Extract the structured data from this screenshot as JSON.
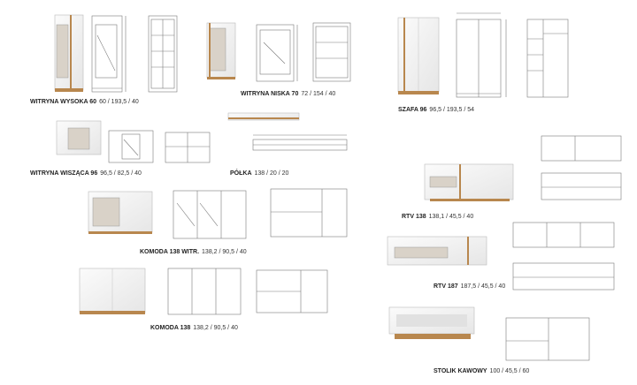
{
  "products": [
    {
      "id": "witryna-wysoka-60",
      "name": "WITRYNA WYSOKA 60",
      "dims": "60 / 193,5 / 40"
    },
    {
      "id": "witryna-niska-70",
      "name": "WITRYNA NISKA 70",
      "dims": "72 / 154 / 40"
    },
    {
      "id": "szafa-96",
      "name": "SZAFA 96",
      "dims": "96,5 / 193,5 / 54"
    },
    {
      "id": "witryna-wiszaca-96",
      "name": "WITRYNA WISZĄCA 96",
      "dims": "96,5 / 82,5 / 40"
    },
    {
      "id": "polka",
      "name": "PÓŁKA",
      "dims": "138 / 20 / 20"
    },
    {
      "id": "rtv-138",
      "name": "RTV 138",
      "dims": "138,1 / 45,5 / 40"
    },
    {
      "id": "komoda-138-witr",
      "name": "KOMODA 138 WITR.",
      "dims": "138,2 / 90,5 / 40"
    },
    {
      "id": "rtv-187",
      "name": "RTV 187",
      "dims": "187,5 / 45,5 / 40"
    },
    {
      "id": "komoda-138",
      "name": "KOMODA 138",
      "dims": "138,2 / 90,5 / 40"
    },
    {
      "id": "stolik-kawowy",
      "name": "STOLIK KAWOWY",
      "dims": "100 / 45,5 / 60"
    }
  ],
  "colors": {
    "white": "#f4f4f4",
    "oak": "#b8874e",
    "line": "#7a7a7a",
    "glass": "#d9d2c8"
  }
}
